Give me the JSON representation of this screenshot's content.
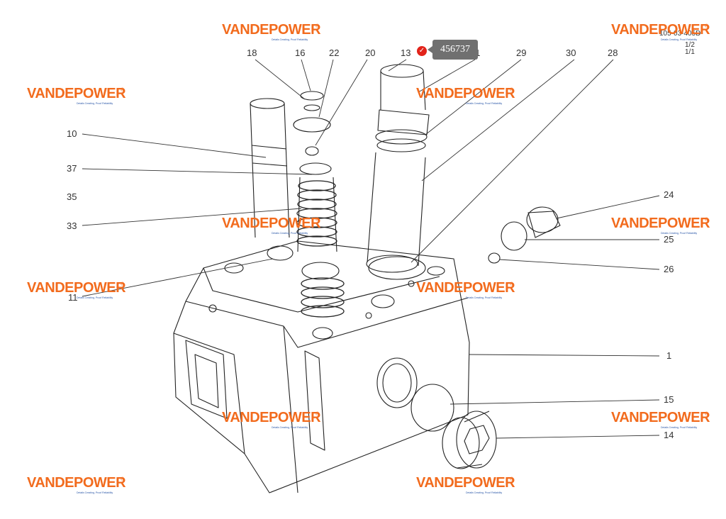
{
  "callouts": [
    "18",
    "16",
    "22",
    "20",
    "13",
    "31",
    "29",
    "30",
    "28",
    "10",
    "37",
    "35",
    "33",
    "11",
    "24",
    "25",
    "26",
    "1",
    "15",
    "14"
  ],
  "corner": [
    "105-03-405D",
    "1/2",
    "1/1"
  ],
  "tag": {
    "value": "456737"
  },
  "watermark": {
    "brand": "VANDEPOWER",
    "reg": "®",
    "tagline": "Details Creating, Proof Reliability"
  }
}
